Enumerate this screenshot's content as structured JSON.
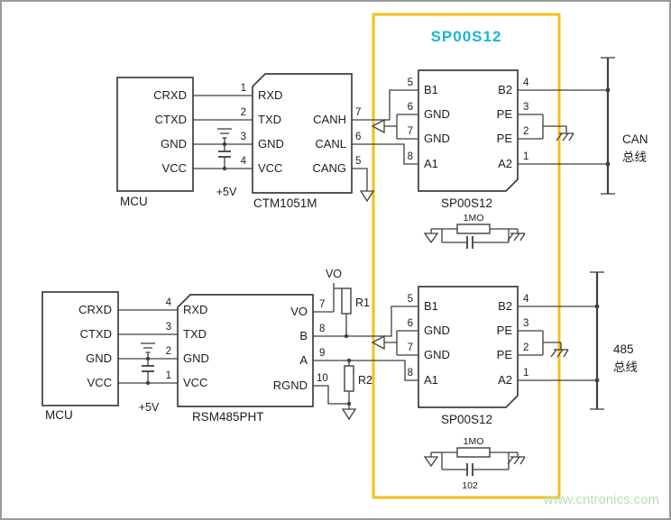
{
  "title": "SP00S12",
  "watermark": "www.cntronics.com",
  "colors": {
    "highlight": "#f3c118",
    "title": "#1ab5d8",
    "watermark": "#b5dfb7",
    "line": "#3f3f3f"
  },
  "can": {
    "mcu": {
      "label": "MCU",
      "pins": [
        "CRXD",
        "CTXD",
        "GND",
        "VCC"
      ]
    },
    "supply_label": "+5V",
    "transceiver": {
      "label": "CTM1051M",
      "left_pins": [
        {
          "num": "1",
          "name": "RXD"
        },
        {
          "num": "2",
          "name": "TXD"
        },
        {
          "num": "3",
          "name": "GND"
        },
        {
          "num": "4",
          "name": "VCC"
        }
      ],
      "right_pins": [
        {
          "num": "7",
          "name": "CANH"
        },
        {
          "num": "6",
          "name": "CANL"
        },
        {
          "num": "5",
          "name": "CANG"
        }
      ]
    },
    "protector": {
      "label": "SP00S12",
      "left_pins": [
        {
          "num": "5",
          "name": "B1"
        },
        {
          "num": "6",
          "name": "GND"
        },
        {
          "num": "7",
          "name": "GND"
        },
        {
          "num": "8",
          "name": "A1"
        }
      ],
      "right_pins": [
        {
          "num": "4",
          "name": "B2"
        },
        {
          "num": "3",
          "name": "PE"
        },
        {
          "num": "2",
          "name": "PE"
        },
        {
          "num": "1",
          "name": "A2"
        }
      ]
    },
    "rc_filter": {
      "resistor": "1MO"
    },
    "bus": {
      "line1": "CAN",
      "line2": "总线"
    }
  },
  "rs485": {
    "mcu": {
      "label": "MCU",
      "pins": [
        "CRXD",
        "CTXD",
        "GND",
        "VCC"
      ]
    },
    "supply_label": "+5V",
    "transceiver": {
      "label": "RSM485PHT",
      "left_pins": [
        {
          "num": "4",
          "name": "RXD"
        },
        {
          "num": "3",
          "name": "TXD"
        },
        {
          "num": "2",
          "name": "GND"
        },
        {
          "num": "1",
          "name": "VCC"
        }
      ],
      "right_pins": [
        {
          "num": "7",
          "name": "VO"
        },
        {
          "num": "8",
          "name": "B"
        },
        {
          "num": "9",
          "name": "A"
        },
        {
          "num": "10",
          "name": "RGND"
        }
      ]
    },
    "vo_label": "VO",
    "r1_label": "R1",
    "r2_label": "R2",
    "protector": {
      "label": "SP00S12",
      "left_pins": [
        {
          "num": "5",
          "name": "B1"
        },
        {
          "num": "6",
          "name": "GND"
        },
        {
          "num": "7",
          "name": "GND"
        },
        {
          "num": "8",
          "name": "A1"
        }
      ],
      "right_pins": [
        {
          "num": "4",
          "name": "B2"
        },
        {
          "num": "3",
          "name": "PE"
        },
        {
          "num": "2",
          "name": "PE"
        },
        {
          "num": "1",
          "name": "A2"
        }
      ]
    },
    "rc_filter": {
      "resistor": "1MO",
      "capacitor": "102"
    },
    "bus": {
      "line1": "485",
      "line2": "总线"
    }
  }
}
